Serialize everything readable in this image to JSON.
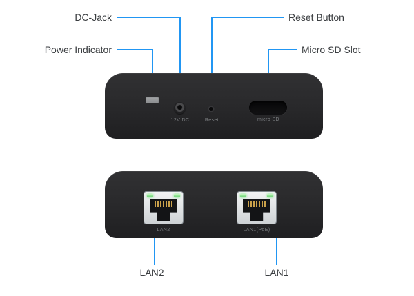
{
  "diagram": {
    "callouts": {
      "power_indicator": "Power Indicator",
      "dc_jack": "DC-Jack",
      "reset_button": "Reset Button",
      "micro_sd_slot": "Micro SD Slot",
      "lan2": "LAN2",
      "lan1": "LAN1"
    },
    "rear_panel": {
      "dc_port_label": "12V DC",
      "reset_port_label": "Reset",
      "sd_port_label": "micro SD"
    },
    "lan_panel": {
      "lan2_port_label": "LAN2",
      "lan1_port_label": "LAN1(PoE)"
    }
  },
  "colors": {
    "accent": "#2196f3",
    "label-text": "#3a3d40",
    "device-body": "#29292b",
    "port-text": "#85888c"
  }
}
